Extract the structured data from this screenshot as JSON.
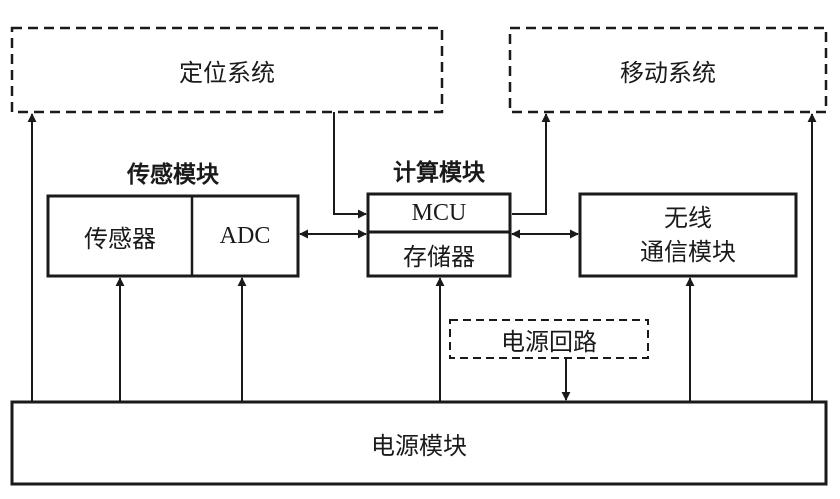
{
  "diagram": {
    "ink_color": "#1a1a1a",
    "boxes": {
      "positioning_system": "定位系统",
      "mobility_system": "移动系统",
      "sensor": "传感器",
      "adc": "ADC",
      "mcu": "MCU",
      "memory": "存储器",
      "wireless_comm_line1": "无线",
      "wireless_comm_line2": "通信模块",
      "power_circuit": "电源回路",
      "power_module": "电源模块"
    },
    "groups": {
      "sensing_module": "传感模块",
      "computing_module": "计算模块"
    }
  }
}
